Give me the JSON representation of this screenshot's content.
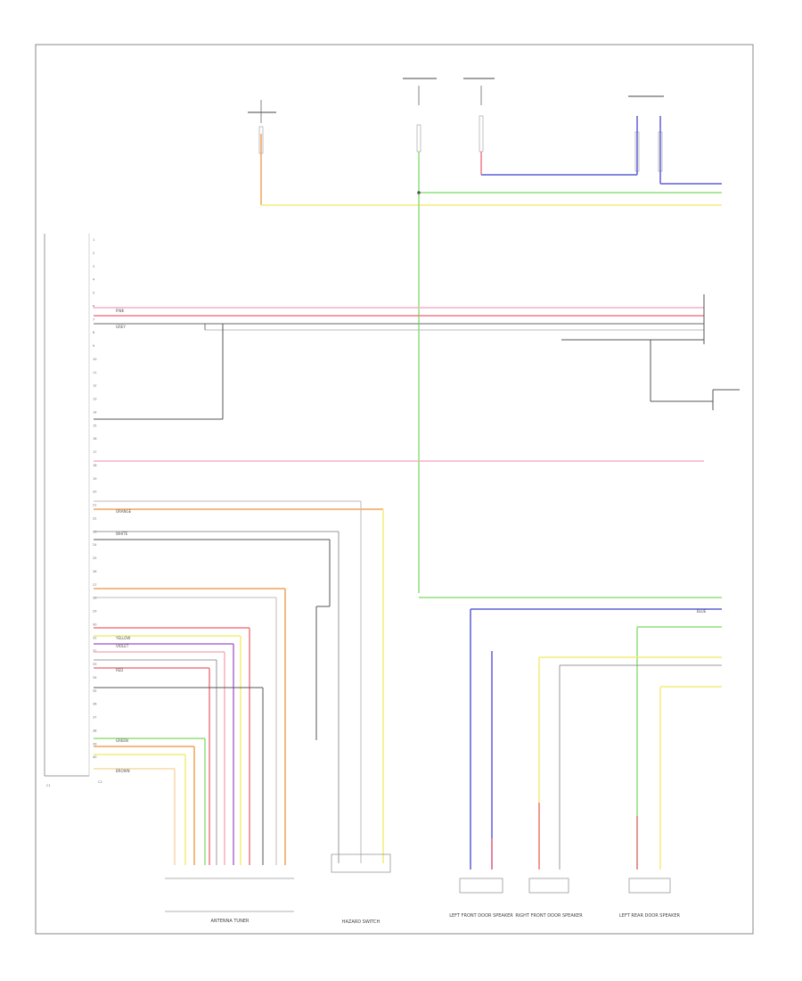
{
  "components": {
    "antenna_tuner": "ANTENNA TUNER",
    "hazard_switch": "HAZARD SWITCH",
    "left_front_door_speaker": "LEFT FRONT DOOR SPEAKER",
    "right_front_door_speaker": "RIGHT FRONT DOOR SPEAKER",
    "left_rear_door_speaker": "LEFT REAR DOOR SPEAKER"
  },
  "connectors": [
    "C1",
    "C2"
  ],
  "connector_pins": [
    "1",
    "2",
    "3",
    "4",
    "5",
    "6",
    "7",
    "8",
    "9",
    "10",
    "11",
    "12",
    "13",
    "14",
    "15",
    "16",
    "17",
    "18",
    "19",
    "20",
    "21",
    "22",
    "23",
    "24",
    "25",
    "26",
    "27",
    "28",
    "29",
    "30",
    "31",
    "32",
    "33",
    "34",
    "35",
    "36",
    "37",
    "38",
    "39",
    "40"
  ],
  "wire_labels": {
    "violet": "VIOLET",
    "white": "WHITE",
    "pink": "PINK",
    "grey": "GREY",
    "blue": "BLUE",
    "orange": "ORANGE",
    "green": "GREEN",
    "yellow": "YELLOW",
    "brown": "BROWN",
    "red": "RED"
  },
  "colors": {
    "orange": "#f2a35a",
    "green": "#8fe07a",
    "blue": "#5d5fd8",
    "red": "#f07a86",
    "pink": "#f6b0c2",
    "yellow": "#f2ee78",
    "grey": "#9a9a9a",
    "dark": "#555555",
    "violet": "#b06ad0"
  }
}
